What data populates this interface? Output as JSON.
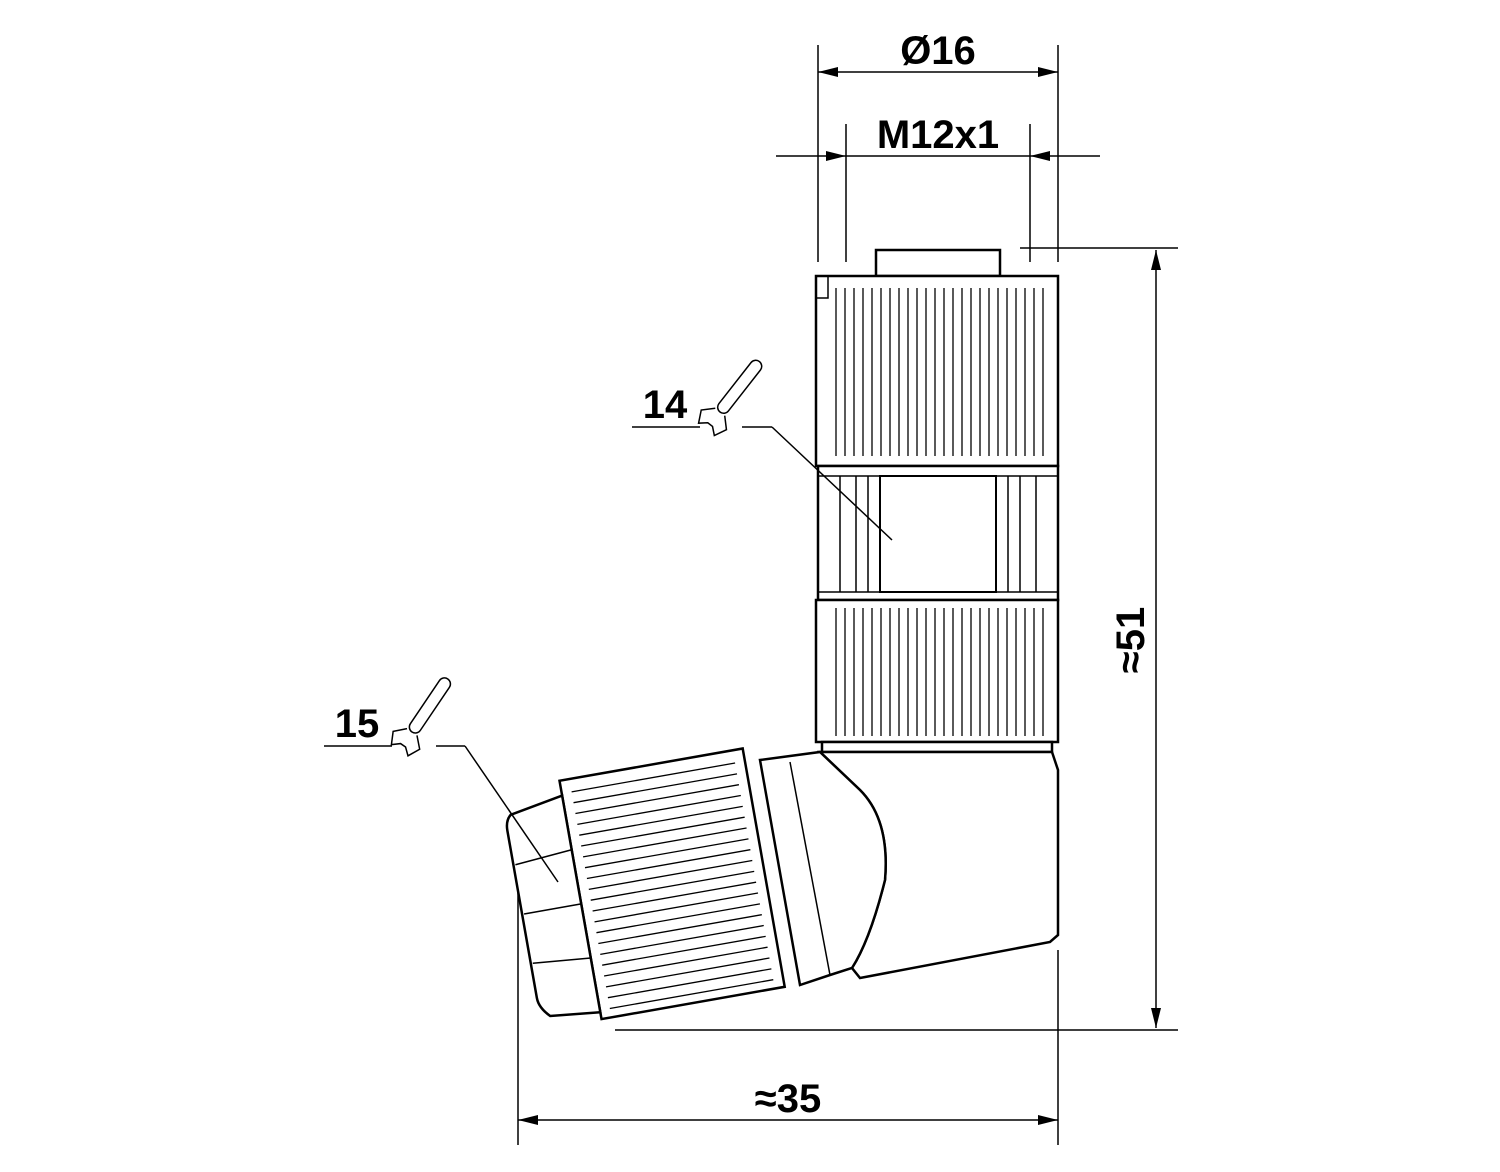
{
  "dimensions": {
    "diameter": "Ø16",
    "thread": "M12x1",
    "height": "≈51",
    "width": "≈35"
  },
  "callouts": [
    {
      "label": "14",
      "icon": "wrench-icon"
    },
    {
      "label": "15",
      "icon": "wrench-icon"
    }
  ]
}
